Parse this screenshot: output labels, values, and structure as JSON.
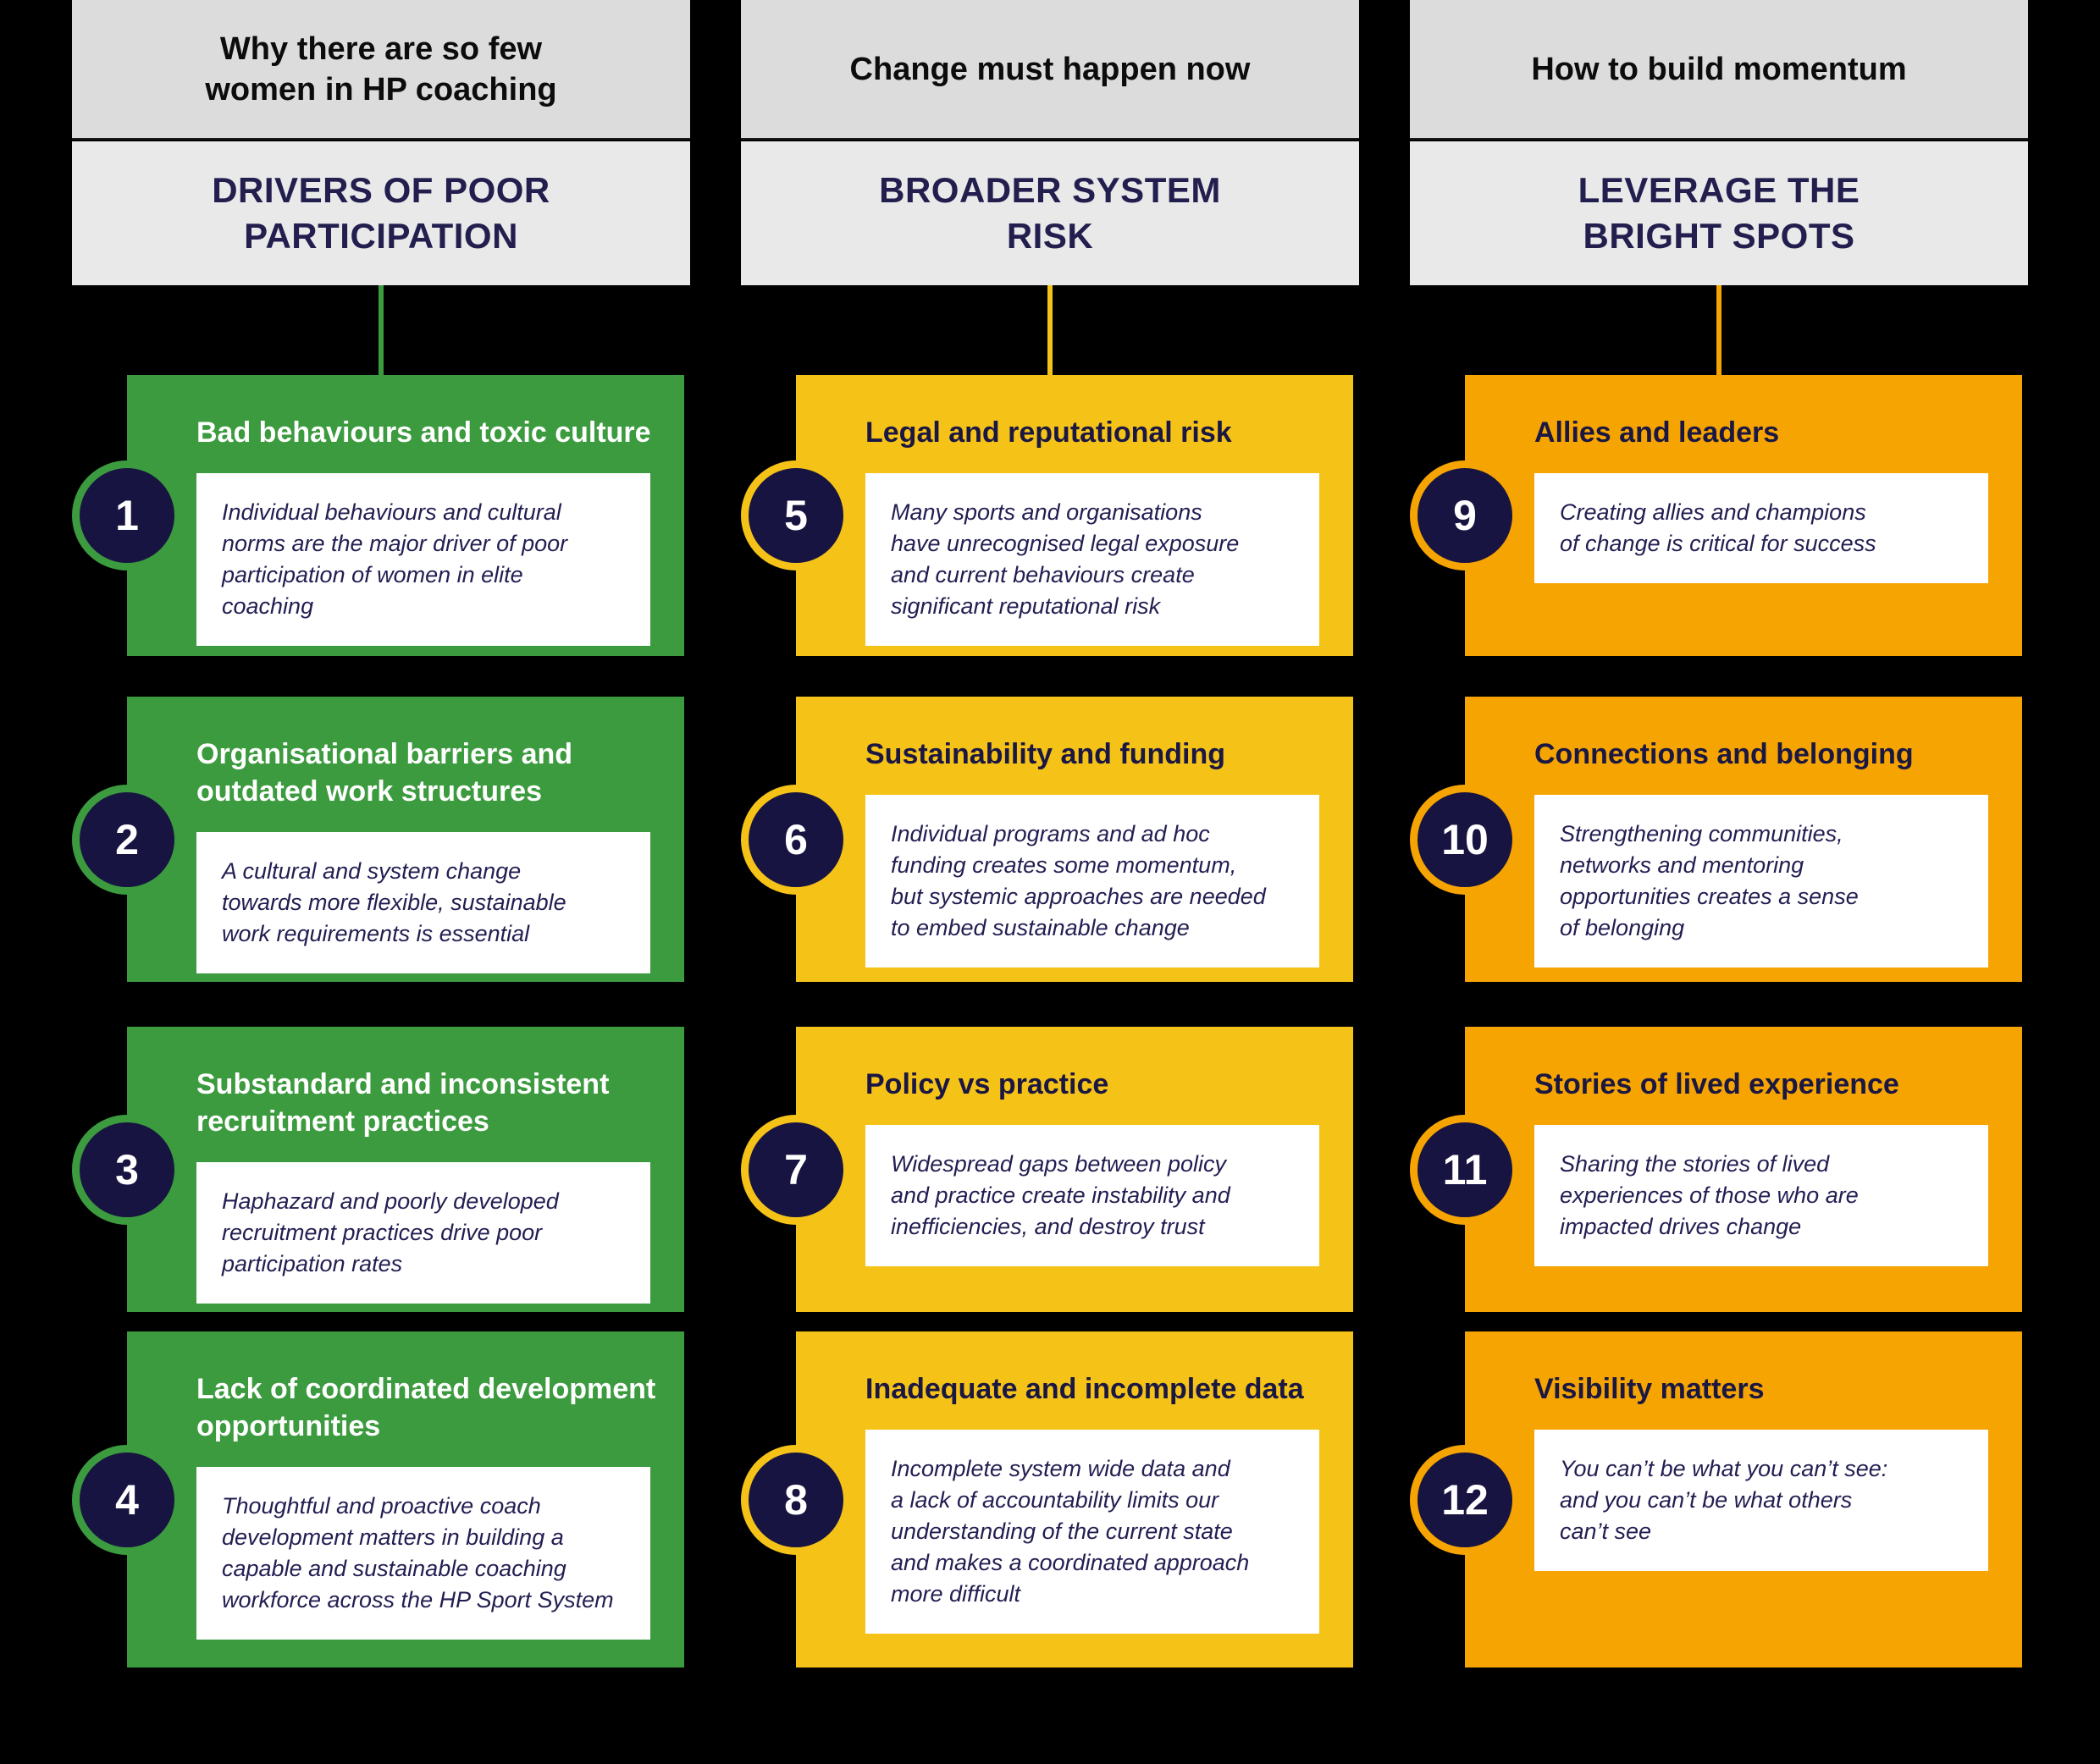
{
  "palette": {
    "page_bg": "#000000",
    "navy_circle": "#181441",
    "body_ink": "#221e52",
    "subtitle_ink": "#221e4e",
    "question_ink": "#0c0c0c",
    "header_question_bg": "#dcdcdc",
    "header_title_bg": "#e9e9e9",
    "card_box_bg": "#ffffff"
  },
  "columns": [
    {
      "id": "drivers",
      "accent": "#3c9b3e",
      "title_color": "#ffffff",
      "question": "Why there are so few\nwomen in HP coaching",
      "title": "DRIVERS OF POOR\nPARTICIPATION",
      "cards": [
        {
          "number": "1",
          "title": "Bad behaviours and toxic culture",
          "body": "Individual behaviours and cultural\nnorms are the major driver of poor\nparticipation of women in elite\ncoaching"
        },
        {
          "number": "2",
          "title": "Organisational barriers and\noutdated work structures",
          "body": "A cultural and system change\ntowards more flexible, sustainable\nwork requirements is essential"
        },
        {
          "number": "3",
          "title": "Substandard and inconsistent\nrecruitment practices",
          "body": "Haphazard and poorly developed\nrecruitment practices drive poor\nparticipation rates"
        },
        {
          "number": "4",
          "title": "Lack of coordinated development\nopportunities",
          "body": "Thoughtful and proactive coach\ndevelopment matters in building a\ncapable and sustainable coaching\nworkforce across the HP Sport System"
        }
      ]
    },
    {
      "id": "risk",
      "accent": "#f5c318",
      "title_color": "#1b1743",
      "question": "Change must happen now",
      "title": "BROADER SYSTEM\nRISK",
      "cards": [
        {
          "number": "5",
          "title": "Legal and reputational risk",
          "body": "Many sports and organisations\nhave unrecognised legal exposure\nand current behaviours create\nsignificant reputational risk"
        },
        {
          "number": "6",
          "title": "Sustainability and funding",
          "body": "Individual programs and ad hoc\nfunding creates some momentum,\nbut systemic approaches are needed\nto embed sustainable change"
        },
        {
          "number": "7",
          "title": "Policy vs practice",
          "body": "Widespread gaps between policy\nand practice create instability and\ninefficiencies, and destroy trust"
        },
        {
          "number": "8",
          "title": "Inadequate and incomplete data",
          "body": "Incomplete system wide data and\na lack of accountability limits our\nunderstanding of the current state\nand makes a coordinated approach\nmore difficult"
        }
      ]
    },
    {
      "id": "momentum",
      "accent": "#f5a402",
      "title_color": "#1b1743",
      "question": "How to build momentum",
      "title": "LEVERAGE THE\nBRIGHT SPOTS",
      "cards": [
        {
          "number": "9",
          "title": "Allies and leaders",
          "body": "Creating allies and champions\nof change is critical for success"
        },
        {
          "number": "10",
          "title": "Connections and belonging",
          "body": "Strengthening communities,\nnetworks and mentoring\nopportunities creates a sense\nof belonging"
        },
        {
          "number": "11",
          "title": "Stories of lived experience",
          "body": "Sharing the stories of lived\nexperiences of those who are\nimpacted drives change"
        },
        {
          "number": "12",
          "title": "Visibility matters",
          "body": "You can’t be what you can’t see:\nand you can’t be what others\ncan’t see"
        }
      ]
    }
  ]
}
